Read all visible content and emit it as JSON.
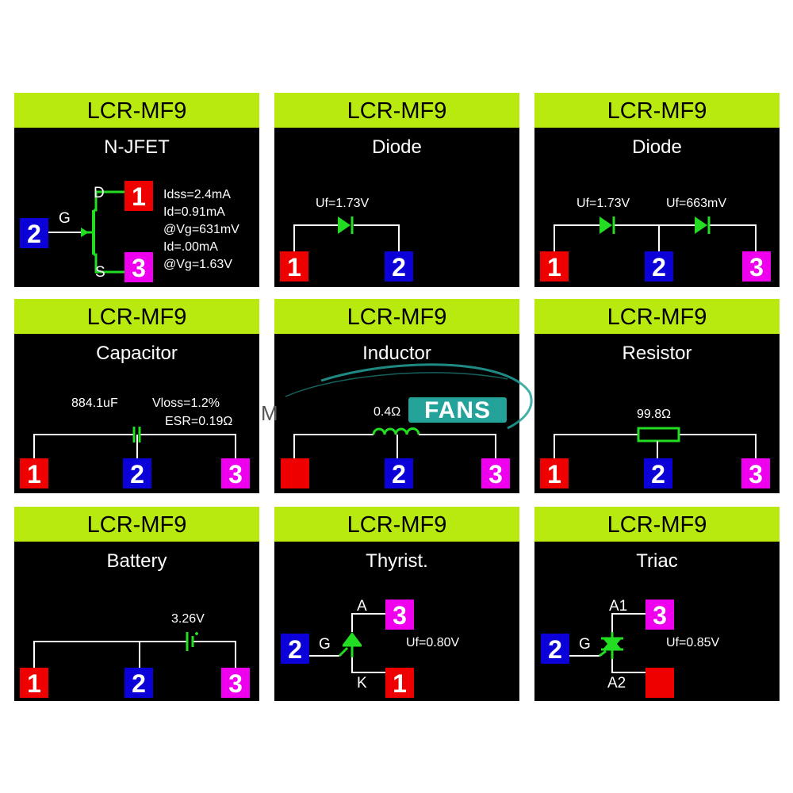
{
  "model": "LCR-MF9",
  "colors": {
    "header": "#b8ea10",
    "pin1": "#ee0000",
    "pin2": "#0c00d8",
    "pin3": "#ee00ee",
    "symbol": "#22dd22"
  },
  "panels": {
    "njfet": {
      "title": "N-JFET",
      "pin_top": "1",
      "pin_gate": "2",
      "pin_bottom": "3",
      "label_d": "D",
      "label_g": "G",
      "label_s": "S",
      "readings": [
        "Idss=2.4mA",
        "Id=0.91mA",
        "@Vg=631mV",
        "Id=.00mA",
        "@Vg=1.63V"
      ]
    },
    "diode1": {
      "title": "Diode",
      "uf": "Uf=1.73V",
      "pin_left": "1",
      "pin_right": "2"
    },
    "diode2": {
      "title": "Diode",
      "uf_left": "Uf=1.73V",
      "uf_right": "Uf=663mV",
      "pin_left": "1",
      "pin_mid": "2",
      "pin_right": "3"
    },
    "capacitor": {
      "title": "Capacitor",
      "value": "884.1uF",
      "vloss": "Vloss=1.2%",
      "esr": "ESR=0.19Ω",
      "pin_left": "1",
      "pin_mid": "2",
      "pin_right": "3"
    },
    "inductor": {
      "title": "Inductor",
      "value": "0.4Ω",
      "pin_left": "",
      "pin_mid": "2",
      "pin_right": "3"
    },
    "resistor": {
      "title": "Resistor",
      "value": "99.8Ω",
      "pin_left": "1",
      "pin_mid": "2",
      "pin_right": "3"
    },
    "battery": {
      "title": "Battery",
      "value": "3.26V",
      "pin_left": "1",
      "pin_mid": "2",
      "pin_right": "3"
    },
    "thyristor": {
      "title": "Thyrist.",
      "uf": "Uf=0.80V",
      "label_a": "A",
      "label_g": "G",
      "label_k": "K",
      "pin_top": "3",
      "pin_gate": "2",
      "pin_bottom": "1"
    },
    "triac": {
      "title": "Triac",
      "uf": "Uf=0.85V",
      "label_a1": "A1",
      "label_g": "G",
      "label_a2": "A2",
      "pin_top": "3",
      "pin_gate": "2",
      "pin_bottom": ""
    }
  },
  "watermark": {
    "brand": "FANS",
    "prefix": "M"
  }
}
